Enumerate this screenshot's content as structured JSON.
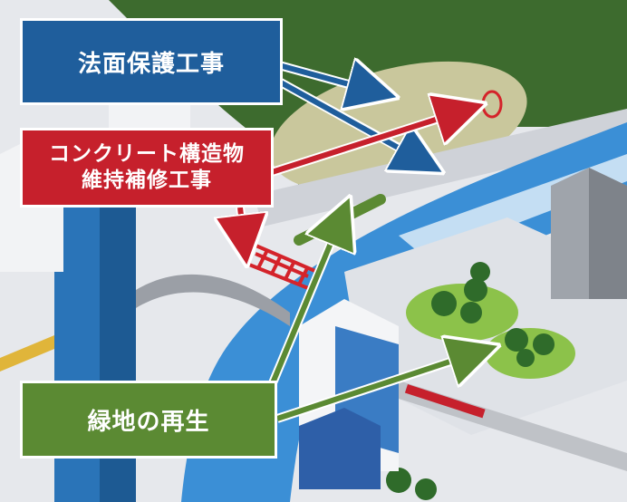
{
  "labels": {
    "slope": "法面保護工事",
    "concrete_line1": "コンクリート構造物",
    "concrete_line2": "維持補修工事",
    "green": "緑地の再生"
  },
  "colors": {
    "blue": "#1f5e9c",
    "red": "#c6202c",
    "green": "#5b8a33",
    "river": "#3b8fd6",
    "hill": "#3d6b2e"
  }
}
